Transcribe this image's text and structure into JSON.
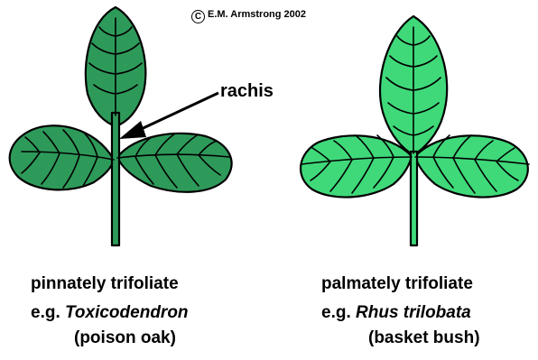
{
  "copyright": {
    "symbol": "C",
    "text": "E.M. Armstrong 2002"
  },
  "label": {
    "rachis": "rachis"
  },
  "left": {
    "title": "pinnately trifoliate",
    "eg_prefix": "e.g.",
    "scientific_name": "Toxicodendron",
    "common_name": "(poison oak)",
    "leaf_color": "#2e9a5a"
  },
  "right": {
    "title": "palmately trifoliate",
    "eg_prefix": "e.g.",
    "scientific_name": "Rhus trilobata",
    "common_name": "(basket bush)",
    "leaf_color": "#3fd97a"
  }
}
